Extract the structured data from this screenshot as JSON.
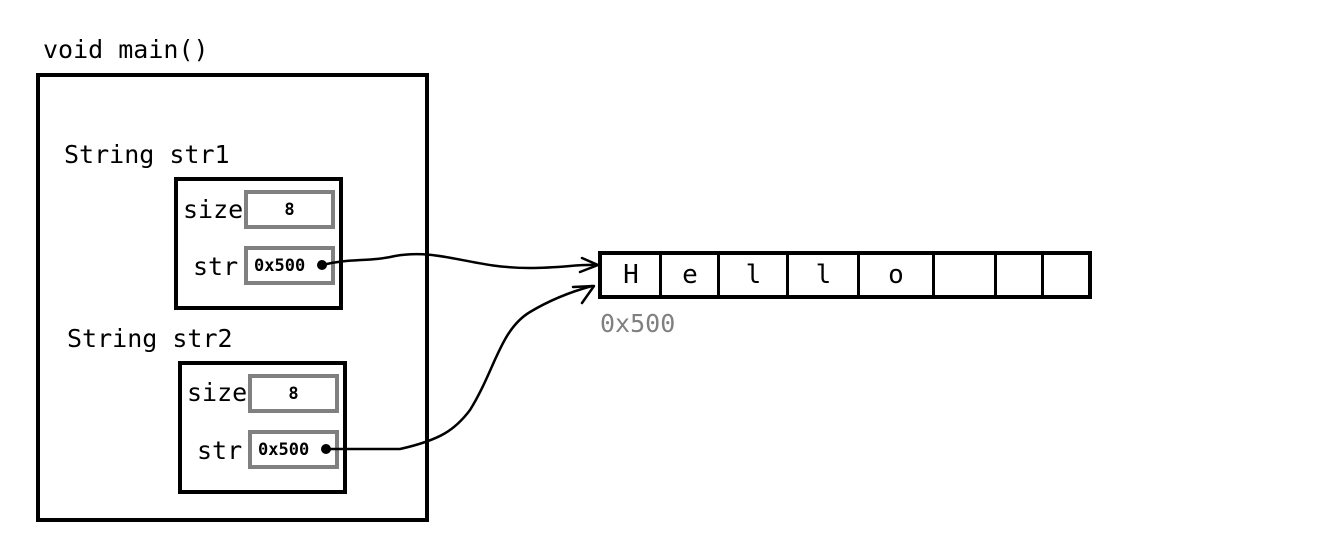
{
  "function_label": "void main()",
  "strings": [
    {
      "name_label": "String str1",
      "size_label": "size",
      "size_value": "8",
      "str_label": "str",
      "str_value": "0x500"
    },
    {
      "name_label": "String str2",
      "size_label": "size",
      "size_value": "8",
      "str_label": "str",
      "str_value": "0x500"
    }
  ],
  "array": {
    "cells": [
      "H",
      "e",
      "l",
      "l",
      "o",
      "",
      "",
      ""
    ],
    "address_label": "0x500"
  },
  "colors": {
    "frame": "#000000",
    "field_border": "#808080",
    "address_text": "#808080"
  }
}
